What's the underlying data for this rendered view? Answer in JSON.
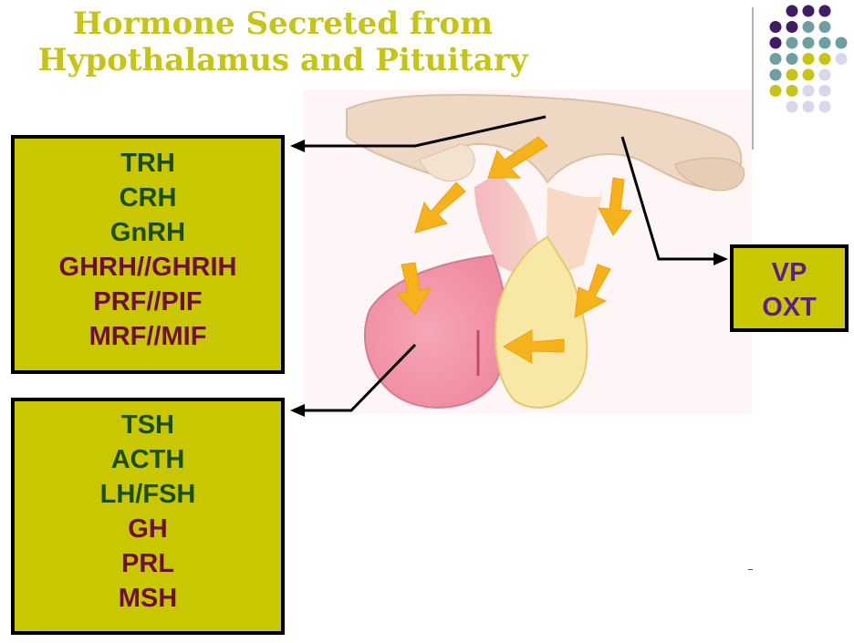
{
  "title": {
    "line1": "Hormone Secreted from",
    "line2": "Hypothalamus and Pituitary"
  },
  "hypothalamus_box": {
    "items": [
      {
        "label": "TRH",
        "color": "#1a4d0e"
      },
      {
        "label": "CRH",
        "color": "#1a4d0e"
      },
      {
        "label": "GnRH",
        "color": "#1a4d0e"
      },
      {
        "label": "GHRH//GHRIH",
        "color": "#6e0e33"
      },
      {
        "label": "PRF//PIF",
        "color": "#6e0e33"
      },
      {
        "label": "MRF//MIF",
        "color": "#6e0e33"
      }
    ]
  },
  "anterior_pituitary_box": {
    "items": [
      {
        "label": "TSH",
        "color": "#1a4d0e"
      },
      {
        "label": "ACTH",
        "color": "#1a4d0e"
      },
      {
        "label": "LH/FSH",
        "color": "#1a4d0e"
      },
      {
        "label": "GH",
        "color": "#6e0e33"
      },
      {
        "label": "PRL",
        "color": "#6e0e33"
      },
      {
        "label": "MSH",
        "color": "#6e0e33"
      }
    ]
  },
  "posterior_pituitary_box": {
    "items": [
      {
        "label": "VP",
        "color": "#5b1f83"
      },
      {
        "label": "OXT",
        "color": "#5b1f83"
      }
    ]
  },
  "colors": {
    "title": "#c6c414",
    "box_fill": "#c9c800",
    "green_text": "#1a4d0e",
    "maroon_text": "#6e0e33",
    "purple_text": "#5b1f83"
  }
}
